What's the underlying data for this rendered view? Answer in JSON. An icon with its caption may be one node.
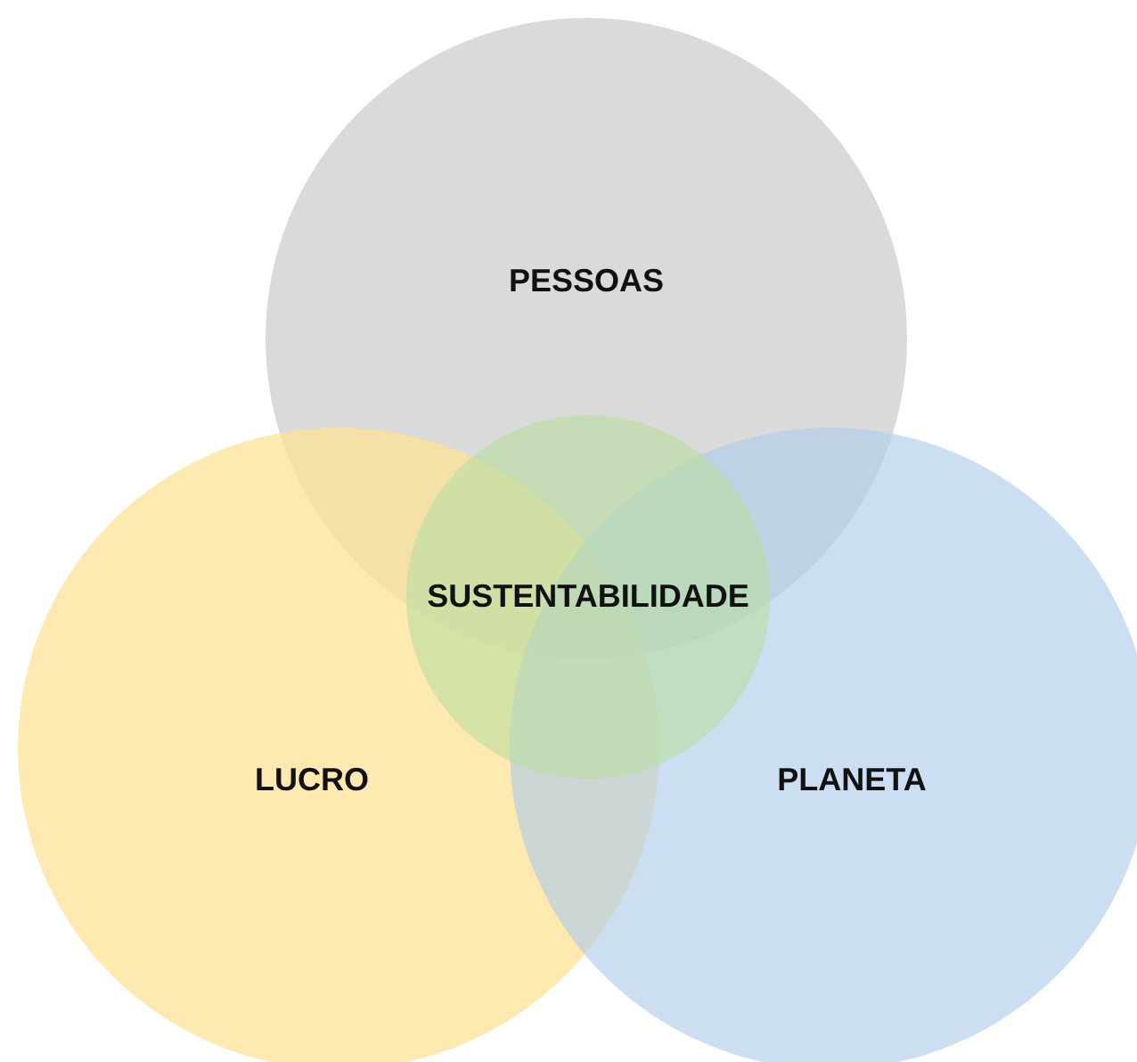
{
  "diagram": {
    "nodes": [
      {
        "text": [
          "PESSOAS"
        ]
      },
      {
        "text": [
          "LUCRO"
        ]
      },
      {
        "text": [
          "PLANETA"
        ]
      },
      {
        "text": [
          "SUSTENTABILIDADE"
        ]
      }
    ]
  }
}
